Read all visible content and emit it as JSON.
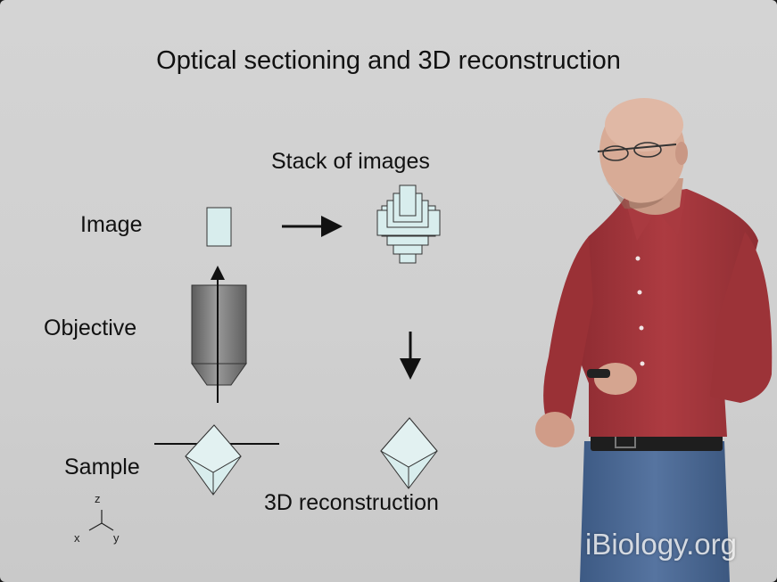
{
  "title": "Optical sectioning and 3D reconstruction",
  "labels": {
    "image": "Image",
    "objective": "Objective",
    "sample": "Sample",
    "stack": "Stack of images",
    "reconstruction": "3D reconstruction"
  },
  "axes": {
    "z": "z",
    "x": "x",
    "y": "y"
  },
  "watermark": "iBiology.org",
  "colors": {
    "background": "#d2d2d2",
    "shape_fill": "#d8eded",
    "objective_fill": "#7a7a7a",
    "shirt": "#a6373c",
    "jeans": "#4a6690"
  }
}
